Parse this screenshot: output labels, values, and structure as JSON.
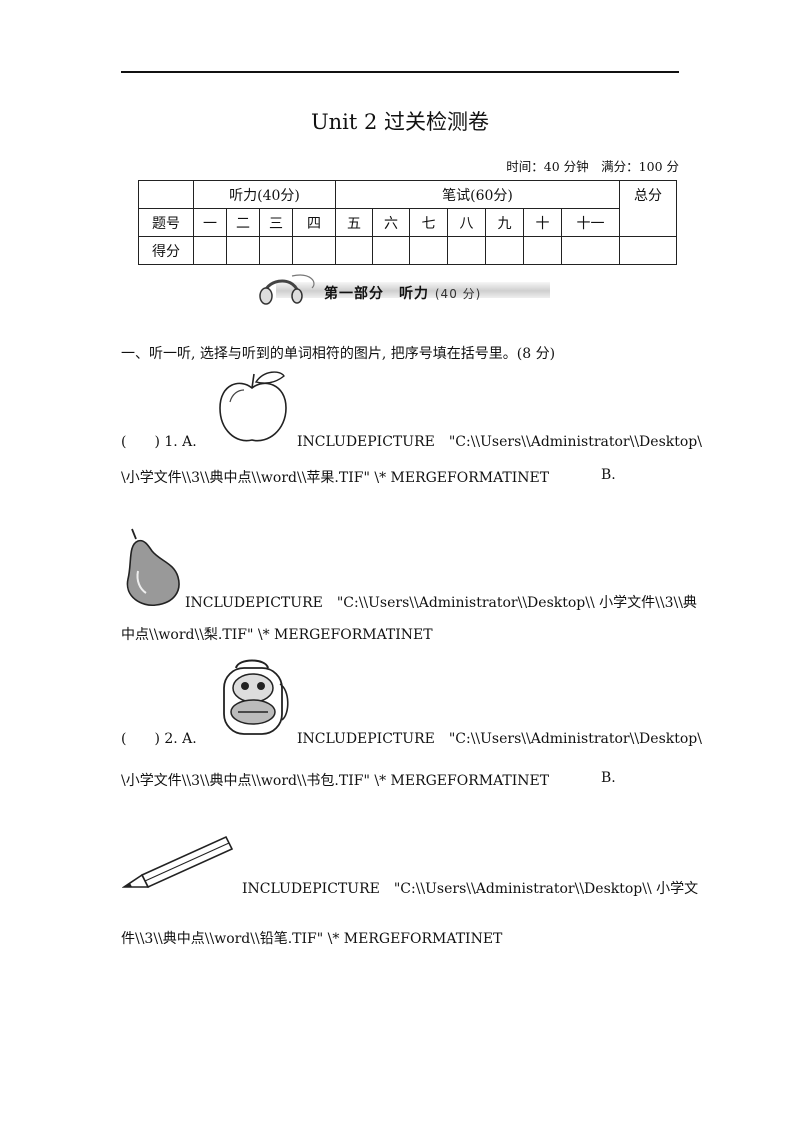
{
  "header": {
    "title": "Unit 2 过关检测卷",
    "time_info": "时间：40 分钟　满分：100 分"
  },
  "score_table": {
    "listening_header": "听力(40分)",
    "writing_header": "笔试(60分)",
    "total_header": "总分",
    "row_label_number": "题号",
    "row_label_score": "得分",
    "numbers": [
      "一",
      "二",
      "三",
      "四",
      "五",
      "六",
      "七",
      "八",
      "九",
      "十",
      "十一"
    ]
  },
  "section_banner": {
    "text": "第一部分　听力",
    "points": "(40 分)"
  },
  "question1": {
    "instruction": "一、听一听, 选择与听到的单词相符的图片, 把序号填在括号里。(8 分)",
    "items": [
      {
        "prefix": "(　　) 1. A.",
        "a_line1": "INCLUDEPICTURE　\"C:\\\\Users\\\\Administrator\\\\Desktop\\",
        "a_line2": "\\小学文件\\\\3\\\\典中点\\\\word\\\\苹果.TIF\" \\* MERGEFORMATINET",
        "b_label": "B.",
        "b_line1": "INCLUDEPICTURE　\"C:\\\\Users\\\\Administrator\\\\Desktop\\\\ 小学文件\\\\3\\\\典",
        "b_line2": "中点\\\\word\\\\梨.TIF\" \\* MERGEFORMATINET",
        "a_icon": "apple-icon",
        "b_icon": "pear-icon"
      },
      {
        "prefix": "(　　) 2. A.",
        "a_line1": "INCLUDEPICTURE　\"C:\\\\Users\\\\Administrator\\\\Desktop\\",
        "a_line2": "\\小学文件\\\\3\\\\典中点\\\\word\\\\书包.TIF\" \\* MERGEFORMATINET",
        "b_label": "B.",
        "b_line1": "INCLUDEPICTURE　\"C:\\\\Users\\\\Administrator\\\\Desktop\\\\ 小学文",
        "b_line2": "件\\\\3\\\\典中点\\\\word\\\\铅笔.TIF\" \\* MERGEFORMATINET",
        "a_icon": "schoolbag-icon",
        "b_icon": "pencil-icon"
      }
    ]
  }
}
